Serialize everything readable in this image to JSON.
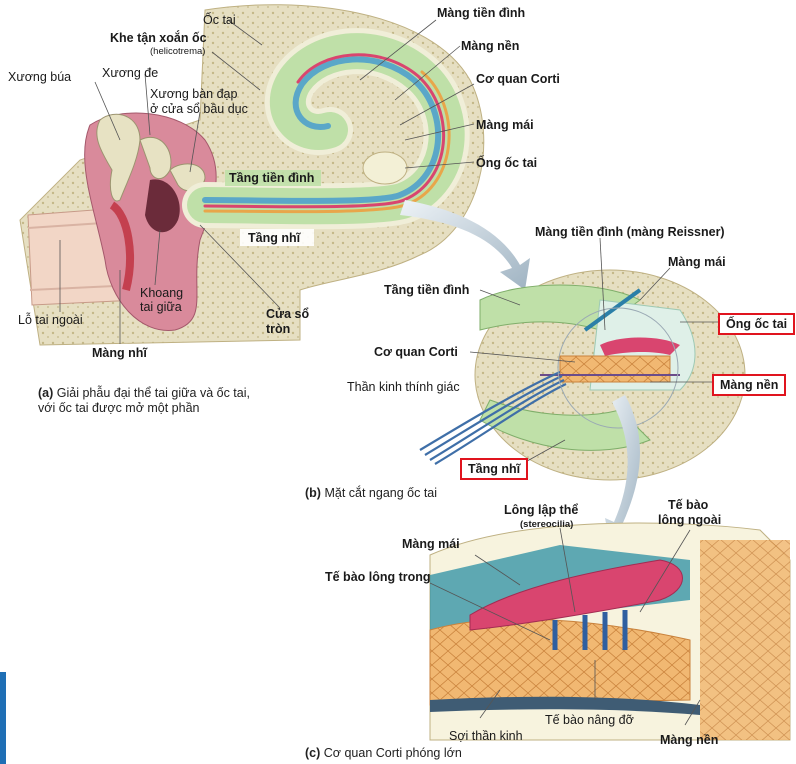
{
  "diagram": {
    "panel_a": {
      "labels": {
        "oc_tai": "Ốc tai",
        "khe_tan": "Khe tận xoắn ốc",
        "helicotrema": "(helicotrema)",
        "xuong_bua": "Xương búa",
        "xuong_de": "Xương đe",
        "xuong_ban_dap_1": "Xương bàn đạp",
        "xuong_ban_dap_2": "ở cửa sổ bầu dục",
        "mang_tien_dinh": "Màng tiền đình",
        "mang_nen": "Màng nền",
        "co_quan_corti": "Cơ quan Corti",
        "mang_mai": "Màng mái",
        "ong_oc_tai": "Ống ốc tai",
        "tang_tien_dinh": "Tầng tiền đình",
        "tang_nhi": "Tầng nhĩ",
        "lo_tai_ngoai": "Lỗ tai ngoài",
        "khoang_1": "Khoang",
        "khoang_2": "tai giữa",
        "cua_so_1": "Cửa sổ",
        "cua_so_2": "tròn",
        "mang_nhi": "Màng nhĩ"
      },
      "caption_letter": "(a)",
      "caption_line1": "Giải phẫu đại thể tai giữa và ốc tai,",
      "caption_line2": "với ốc tai được mở một phần"
    },
    "panel_b": {
      "labels": {
        "mang_tien_dinh_reissner": "Màng tiền đình (màng Reissner)",
        "mang_mai": "Màng mái",
        "tang_tien_dinh": "Tầng tiền đình",
        "ong_oc_tai": "Ống ốc tai",
        "co_quan_corti": "Cơ quan Corti",
        "than_kinh": "Thần kinh thính giác",
        "mang_nen": "Màng nền",
        "tang_nhi": "Tầng nhĩ"
      },
      "caption_letter": "(b)",
      "caption": "Mặt cắt ngang ốc tai"
    },
    "panel_c": {
      "labels": {
        "long_lap_the": "Lông lập thể",
        "stereocilia": "(stereocilia)",
        "te_bao_long_ngoai_1": "Tế bào",
        "te_bao_long_ngoai_2": "lông ngoài",
        "mang_mai": "Màng mái",
        "te_bao_long_trong": "Tế bào lông trong",
        "te_bao_nang_do": "Tế bào nâng đỡ",
        "soi_than_kinh": "Sợi thần kinh",
        "mang_nen": "Màng nền"
      },
      "caption_letter": "(c)",
      "caption": "Cơ quan Corti phóng lớn"
    },
    "colors": {
      "highlight_box": "#e0141e",
      "bone": "#d9cfa6",
      "pink_tissue": "#d98a9b",
      "green_chamber": "#bfe0a8",
      "blue_duct": "#5aa7c8",
      "orange_corti": "#e8a64a",
      "tectorial": "#d9456f"
    }
  }
}
